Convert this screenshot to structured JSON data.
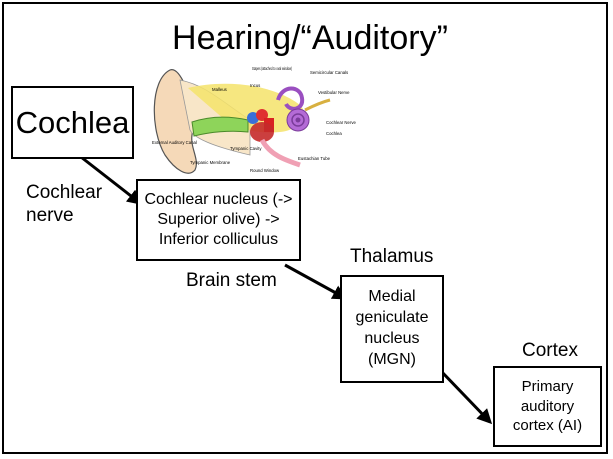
{
  "title": "Hearing/“Auditory”",
  "stages": {
    "cochlea": "Cochlea",
    "brainstem_box": "Cochlear nucleus (->\nSuperior olive) ->\nInferior colliculus",
    "mgn_box": "Medial\ngeniculate\nnucleus\n(MGN)",
    "cortex_box": "Primary\nauditory\ncortex (AI)"
  },
  "labels": {
    "cochlear_nerve": "Cochlear\nnerve",
    "brain_stem": "Brain stem",
    "thalamus": "Thalamus",
    "cortex": "Cortex"
  },
  "ear_diagram_labels": [
    "Stapes (attached to oval window)",
    "Semicircular Canals",
    "Malleus",
    "Incus",
    "Vestibular Nerve",
    "Cochlear Nerve",
    "Cochlea",
    "External Auditory Canal",
    "Tympanic Cavity",
    "Tympanic Membrane",
    "Round Window",
    "Eustachian Tube"
  ]
}
